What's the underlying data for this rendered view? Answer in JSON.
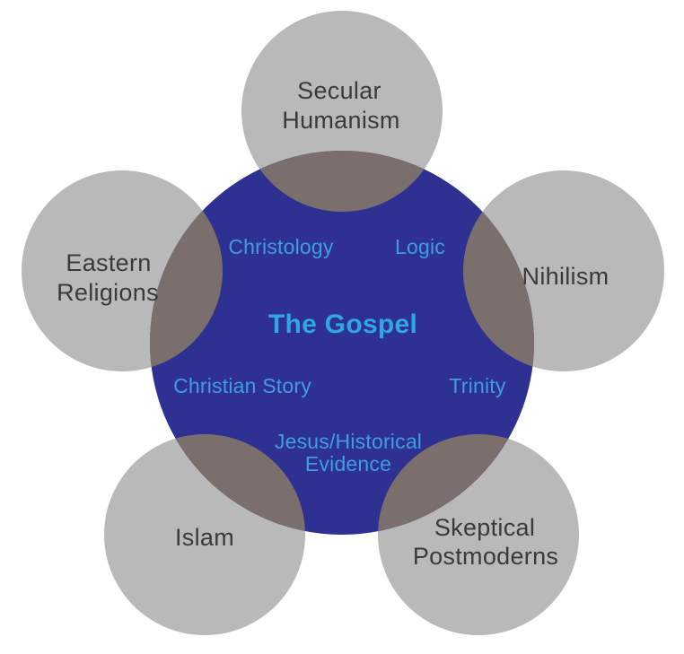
{
  "diagram": {
    "description": "Venn-style diagram of The Gospel overlapping five worldview circles",
    "center": {
      "title": "The Gospel",
      "topics": {
        "christology": "Christology",
        "logic": "Logic",
        "christian_story": "Christian Story",
        "trinity": "Trinity",
        "jesus_line1": "Jesus/Historical",
        "jesus_line2": "Evidence"
      }
    },
    "worldviews": {
      "secular_line1": "Secular",
      "secular_line2": "Humanism",
      "eastern_line1": "Eastern",
      "eastern_line2": "Religions",
      "nihilism": "Nihilism",
      "islam": "Islam",
      "skeptical_line1": "Skeptical",
      "skeptical_line2": "Postmoderns"
    }
  },
  "colors": {
    "background": "#FFFFFF",
    "gospel_blue": "#2E3192",
    "worldview_gray": "#B9B9B9",
    "overlap_brown": "#7A6F6C",
    "inner_label_blue": "#3E9FDC",
    "title_blue": "#2EA8DF",
    "outer_label_dark": "#3A3A3A"
  }
}
